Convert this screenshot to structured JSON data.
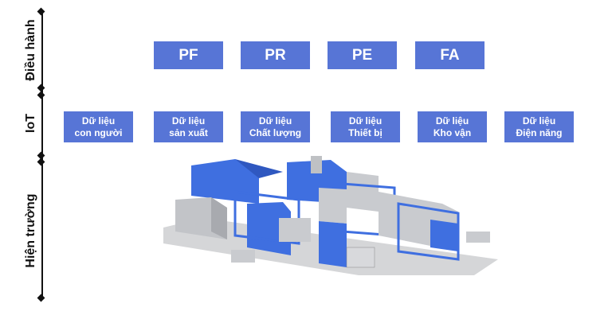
{
  "layers": {
    "dieu_hanh": "Điều hành",
    "iot": "IoT",
    "hien_truong": "Hiện trường"
  },
  "operation_boxes": [
    "PF",
    "PR",
    "PE",
    "FA"
  ],
  "iot_boxes": [
    {
      "line1": "Dữ liệu",
      "line2": "con người"
    },
    {
      "line1": "Dữ liệu",
      "line2": "sản xuất"
    },
    {
      "line1": "Dữ liệu",
      "line2": "Chất lượng"
    },
    {
      "line1": "Dữ liệu",
      "line2": "Thiết bị"
    },
    {
      "line1": "Dữ liệu",
      "line2": "Kho vận"
    },
    {
      "line1": "Dữ liệu",
      "line2": "Điện năng"
    }
  ],
  "colors": {
    "box": "#5775d6",
    "machine_blue": "#3f6fe0",
    "machine_gray": "#c9cbcf"
  }
}
